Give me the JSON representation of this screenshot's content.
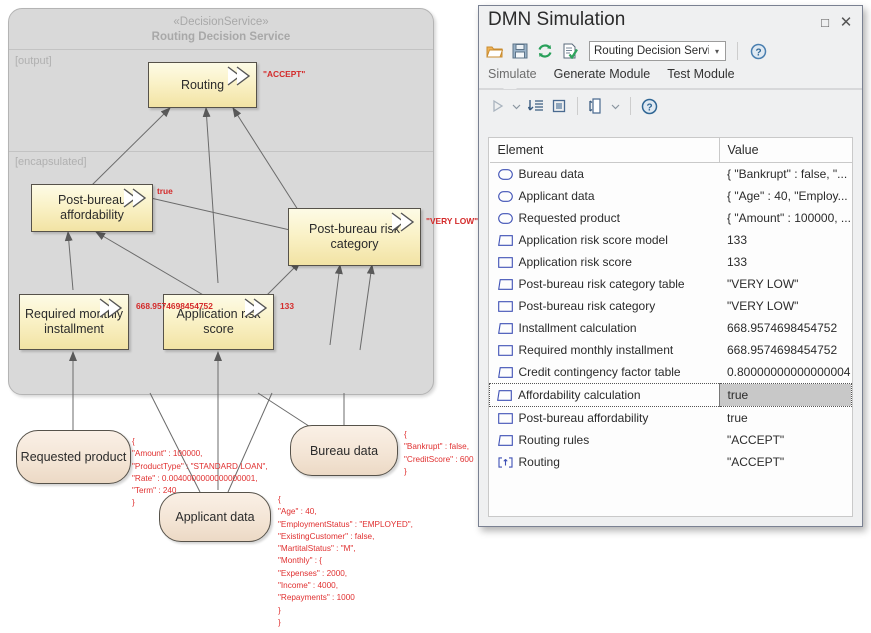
{
  "diagram": {
    "decision_service": {
      "stereotype": "«DecisionService»",
      "name": "Routing Decision Service",
      "output_label": "[output]",
      "encapsulated_label": "[encapsulated]"
    },
    "decisions": [
      {
        "id": "routing",
        "label": "Routing",
        "value": "\"ACCEPT\""
      },
      {
        "id": "post-bureau-affordability",
        "label": "Post-bureau\naffordability",
        "value": "true"
      },
      {
        "id": "post-bureau-risk-category",
        "label": "Post-bureau risk category",
        "value": "\"VERY LOW\""
      },
      {
        "id": "required-monthly-installment",
        "label": "Required monthly\ninstallment",
        "value": "668.9574698454752"
      },
      {
        "id": "application-risk-score",
        "label": "Application risk score",
        "value": "133"
      }
    ],
    "inputs": [
      {
        "id": "requested-product",
        "label": "Requested product"
      },
      {
        "id": "applicant-data",
        "label": "Applicant data"
      },
      {
        "id": "bureau-data",
        "label": "Bureau data"
      }
    ],
    "annotations": {
      "requested_product": "{\n\"Amount\" : 100000,\n\"ProductType\" : \"STANDARD LOAN\",\n\"Rate\" : 0.0040000000000000001,\n\"Term\" : 240\n}",
      "applicant_data": "{\n\"Age\" : 40,\n\"EmploymentStatus\" : \"EMPLOYED\",\n\"ExistingCustomer\" : false,\n\"MartitalStatus\" : \"M\",\n\"Monthly\" : {\n\"Expenses\" : 2000,\n\"Income\" : 4000,\n\"Repayments\" : 1000\n}\n}",
      "bureau_data": "{\n\"Bankrupt\" : false,\n\"CreditScore\" : 600\n}"
    }
  },
  "sim_window": {
    "title": "DMN Simulation",
    "maximize_label": "□",
    "close_label": "✕",
    "toolbar1": {
      "open_label": "open-folder",
      "save_label": "save",
      "refresh_label": "refresh",
      "validate_label": "validate",
      "help_label": "help",
      "combo_value": "Routing Decision Servic",
      "combo_arrow": "▾"
    },
    "tabs": [
      {
        "id": "simulate",
        "label": "Simulate",
        "active": true
      },
      {
        "id": "generate-module",
        "label": "Generate Module",
        "active": false
      },
      {
        "id": "test-module",
        "label": "Test Module",
        "active": false
      }
    ],
    "toolbar2": {
      "run_label": "run",
      "run_dropdown": "▾",
      "step_label": "step-into",
      "stop_label": "stop",
      "new_doc_label": "new-document",
      "new_doc_dropdown": "▾",
      "help_label": "help"
    },
    "table": {
      "headers": {
        "element": "Element",
        "value": "Value"
      },
      "rows": [
        {
          "icon": "input-data",
          "element": "Bureau data",
          "value": "{   \"Bankrupt\" : false,   \"...",
          "truncated": true,
          "selected": false
        },
        {
          "icon": "input-data",
          "element": "Applicant data",
          "value": "{   \"Age\" : 40,   \"Employ...",
          "truncated": true,
          "selected": false
        },
        {
          "icon": "input-data",
          "element": "Requested product",
          "value": "{   \"Amount\" : 100000,   ...",
          "truncated": true,
          "selected": false
        },
        {
          "icon": "bkm",
          "element": "Application risk score model",
          "value": "133",
          "truncated": false,
          "selected": false
        },
        {
          "icon": "decision",
          "element": "Application risk score",
          "value": "133",
          "truncated": false,
          "selected": false
        },
        {
          "icon": "bkm",
          "element": "Post-bureau risk category table",
          "value": "\"VERY LOW\"",
          "truncated": false,
          "selected": false
        },
        {
          "icon": "decision",
          "element": "Post-bureau risk category",
          "value": "\"VERY LOW\"",
          "truncated": false,
          "selected": false
        },
        {
          "icon": "bkm",
          "element": "Installment calculation",
          "value": "668.9574698454752",
          "truncated": false,
          "selected": false
        },
        {
          "icon": "decision",
          "element": "Required monthly installment",
          "value": "668.9574698454752",
          "truncated": false,
          "selected": false
        },
        {
          "icon": "bkm",
          "element": "Credit contingency factor table",
          "value": "0.80000000000000004",
          "truncated": false,
          "selected": false
        },
        {
          "icon": "bkm",
          "element": "Affordability calculation",
          "value": "true",
          "truncated": false,
          "selected": true
        },
        {
          "icon": "decision",
          "element": "Post-bureau affordability",
          "value": "true",
          "truncated": false,
          "selected": false
        },
        {
          "icon": "bkm",
          "element": "Routing rules",
          "value": "\"ACCEPT\"",
          "truncated": false,
          "selected": false
        },
        {
          "icon": "output",
          "element": "Routing",
          "value": "\"ACCEPT\"",
          "truncated": false,
          "selected": false
        }
      ]
    }
  },
  "colors": {
    "decision_fill_top": "#fdfbe6",
    "decision_fill_bottom": "#f2e3a4",
    "input_fill": "#f3e4d4",
    "service_frame": "#d9d9d9",
    "annotation_red": "#e03030",
    "icon_blue": "#3f51b5",
    "selection_gray": "#c8c8c8"
  }
}
